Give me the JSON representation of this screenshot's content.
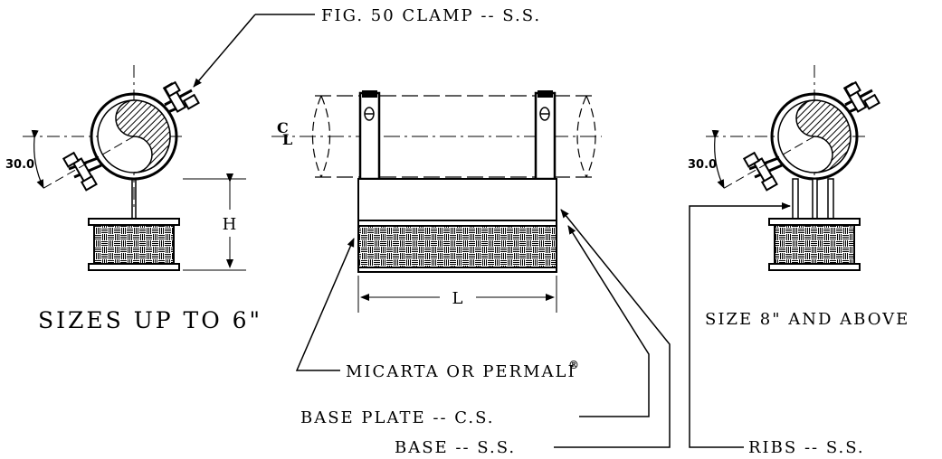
{
  "labels": {
    "clamp": "FIG. 50 CLAMP -- S.S.",
    "sizes_small": "SIZES UP TO 6\"",
    "sizes_large": "SIZE 8\" AND ABOVE",
    "micarta": "MICARTA OR PERMALI",
    "registered": "®",
    "base_plate": "BASE PLATE -- C.S.",
    "base": "BASE -- S.S.",
    "ribs": "RIBS -- S.S.",
    "dim_h": "H",
    "dim_l": "L",
    "angle_left": "30.0",
    "angle_right": "30.0",
    "centerline": "CL"
  }
}
